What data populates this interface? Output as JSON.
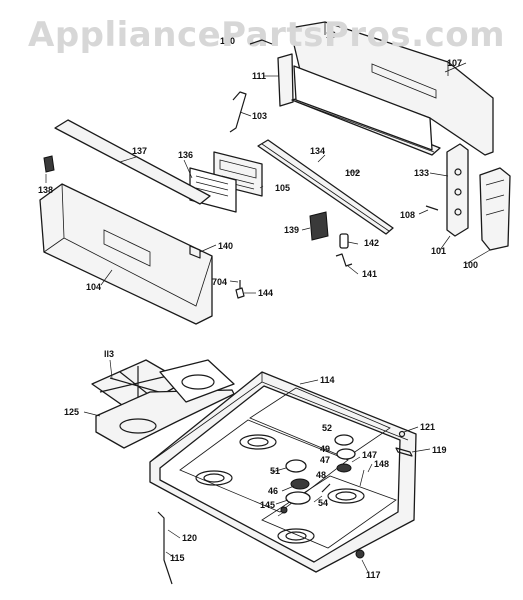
{
  "watermark": "AppliancePartsPros.com",
  "labels": {
    "l100": "100",
    "l101": "101",
    "l102": "102",
    "l103": "103",
    "l104": "104",
    "l105": "105",
    "l107": "107",
    "l108": "108",
    "l111": "111",
    "l113": "ll3",
    "l114": "114",
    "l115": "115",
    "l117": "117",
    "l119": "119",
    "l120": "120",
    "l121": "121",
    "l125": "125",
    "l130": "130",
    "l133": "133",
    "l134": "134",
    "l136": "136",
    "l137": "137",
    "l138": "138",
    "l139": "139",
    "l140": "140",
    "l141": "141",
    "l142": "142",
    "l144": "144",
    "l145": "145",
    "l146": "46",
    "l147": "47",
    "l148": "148",
    "l149": "49",
    "l151": "51",
    "l152": "52",
    "l154": "54",
    "l148b": "48",
    "l147b": "147",
    "l704": "704",
    "l110": "10"
  }
}
